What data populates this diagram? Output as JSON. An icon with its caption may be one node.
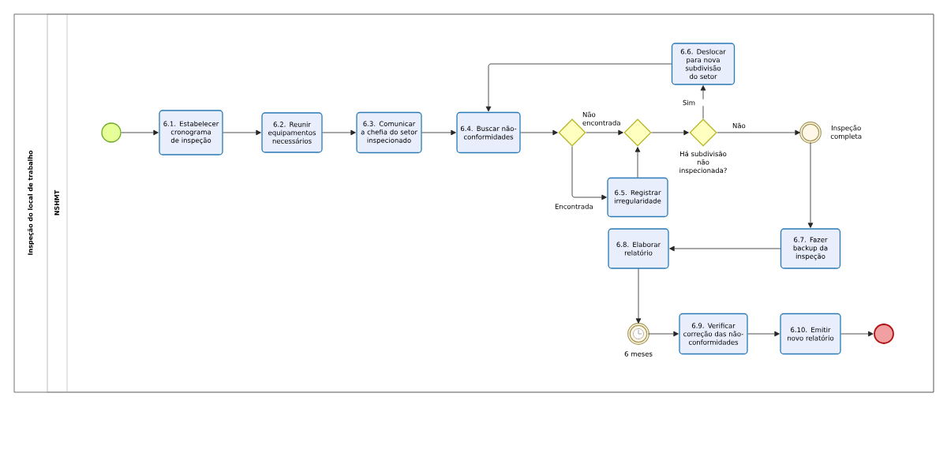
{
  "diagram": {
    "nodes": [
      {
        "text": [
          "Inspeção do local de trabalho"
        ]
      },
      {
        "text": [
          "NSHMT"
        ],
        "in": 0
      },
      {
        "text": [],
        "shape": "circle",
        "in": 1
      },
      {
        "text": [
          "6.1. Estabelecer cronograma de inspeção"
        ],
        "in": 1
      },
      {
        "text": [
          "6.2. Reunir equipamentos necessários"
        ],
        "in": 1
      },
      {
        "text": [
          "6.3. Comunicar a chefia do setor inspecionado"
        ],
        "in": 1
      },
      {
        "text": [
          "6.4. Buscar não-conformidades"
        ],
        "in": 1
      },
      {
        "text": [],
        "shape": "diamond",
        "in": 1
      },
      {
        "text": [],
        "shape": "diamond",
        "in": 1
      },
      {
        "text": [],
        "shape": "diamond",
        "beside": [
          "Há subdivisão não inspecionada?"
        ],
        "in": 1
      },
      {
        "text": [
          "6.5. Registrar irregularidade"
        ],
        "in": 1
      },
      {
        "text": [
          "6.6. Deslocar para nova subdivisão do setor"
        ],
        "in": 1
      },
      {
        "text": [],
        "shape": "circle",
        "beside": [
          "Inspeção completa"
        ],
        "in": 1
      },
      {
        "text": [
          "6.7. Fazer backup da inspeção"
        ],
        "in": 1
      },
      {
        "text": [
          "6.8. Elaborar relatório"
        ],
        "in": 1
      },
      {
        "text": [],
        "shape": "circle",
        "beside": [
          "6 meses"
        ],
        "in": 1
      },
      {
        "text": [
          "6.9. Verificar correção das não-conformidades"
        ],
        "in": 1
      },
      {
        "text": [
          "6.10. Emitir novo relatório"
        ],
        "in": 1
      },
      {
        "text": [],
        "shape": "circle",
        "in": 1
      }
    ],
    "edges": [
      {
        "from": 2,
        "to": 3,
        "arrow": "to"
      },
      {
        "from": 3,
        "to": 4,
        "arrow": "to"
      },
      {
        "from": 4,
        "to": 5,
        "arrow": "to"
      },
      {
        "from": 5,
        "to": 6,
        "arrow": "to"
      },
      {
        "from": 6,
        "to": 7,
        "arrow": "to"
      },
      {
        "from": 7,
        "to": 8,
        "arrow": "to",
        "label": "Não encontrada"
      },
      {
        "from": 7,
        "to": 10,
        "arrow": "to",
        "label": "Encontrada"
      },
      {
        "from": 10,
        "to": 8,
        "arrow": "to"
      },
      {
        "from": 8,
        "to": 9,
        "arrow": "to"
      },
      {
        "from": 9,
        "to": 11,
        "arrow": "to",
        "label": "Sim"
      },
      {
        "from": 11,
        "to": 6,
        "arrow": "to"
      },
      {
        "from": 9,
        "to": 12,
        "arrow": "to",
        "label": "Não"
      },
      {
        "from": 12,
        "to": 13,
        "arrow": "to"
      },
      {
        "from": 13,
        "to": 14,
        "arrow": "to"
      },
      {
        "from": 14,
        "to": 15,
        "arrow": "to"
      },
      {
        "from": 15,
        "to": 16,
        "arrow": "to"
      },
      {
        "from": 16,
        "to": 17,
        "arrow": "to"
      },
      {
        "from": 17,
        "to": 18,
        "arrow": "to"
      }
    ]
  }
}
